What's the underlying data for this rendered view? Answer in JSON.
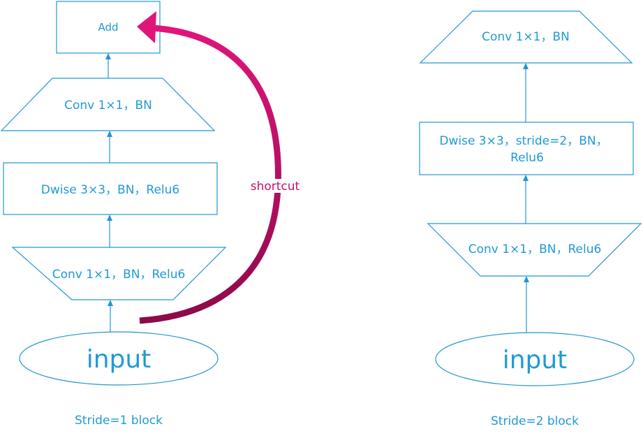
{
  "left_block": {
    "add_label": "Add",
    "conv_bn_label": "Conv 1×1，BN",
    "dwise_label": "Dwise 3×3，BN，Relu6",
    "conv_relu_label": "Conv 1×1，BN，Relu6",
    "input_label": "input",
    "shortcut_label": "shortcut",
    "caption": "Stride=1 block"
  },
  "right_block": {
    "conv_bn_label": "Conv 1×1，BN",
    "dwise_line1": "Dwise 3×3，stride=2，BN，",
    "dwise_line2": "Relu6",
    "conv_relu_label": "Conv 1×1，BN，Relu6",
    "input_label": "input",
    "caption": "Stride=2 block"
  },
  "colors": {
    "stroke": "#2196d3",
    "text": "#1f9ad6",
    "shortcut": "#d6106e"
  }
}
